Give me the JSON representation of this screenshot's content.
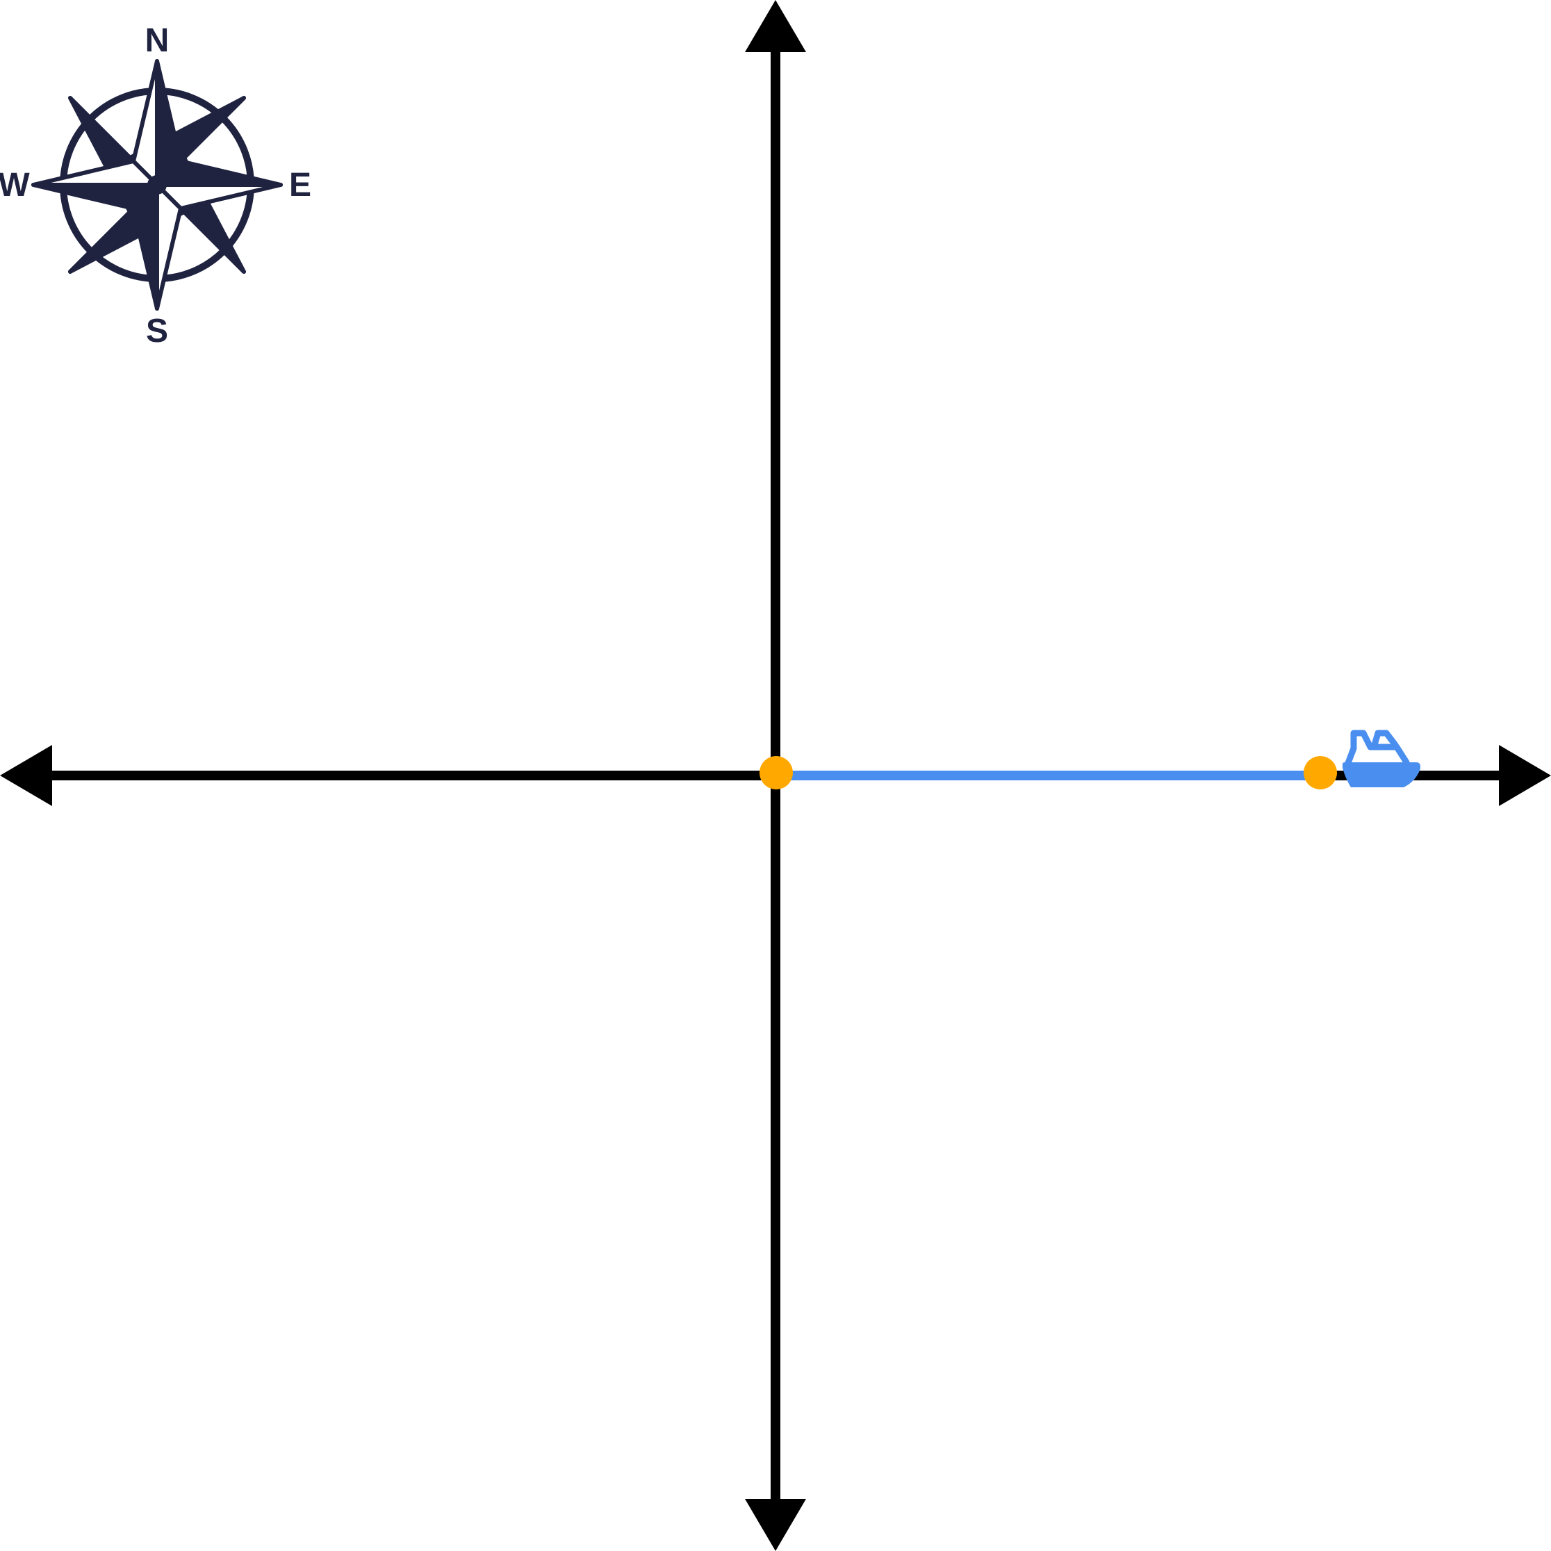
{
  "compass": {
    "icon": "compass-rose-icon",
    "north_label": "N",
    "east_label": "E",
    "south_label": "S",
    "west_label": "W",
    "color": "#1f2340"
  },
  "axes": {
    "color": "#000000",
    "arrows": [
      "up",
      "down",
      "left",
      "right"
    ]
  },
  "route": {
    "direction": "east",
    "color": "#4a8ff0",
    "point_color": "#ffa800",
    "points": [
      "origin",
      "destination"
    ]
  },
  "vehicle": {
    "icon": "ship-icon",
    "color": "#4a8ff0"
  }
}
